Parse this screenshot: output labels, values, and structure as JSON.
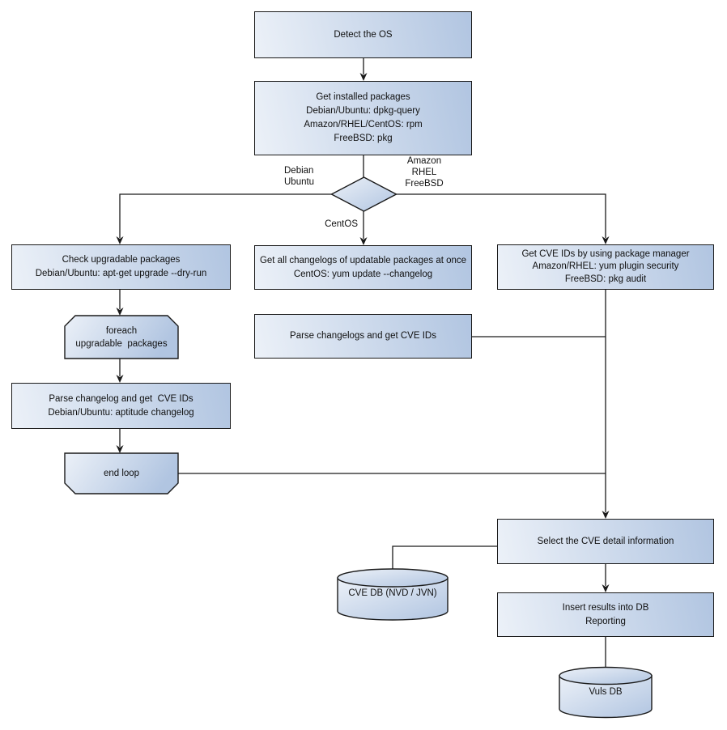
{
  "colors": {
    "node_fill_light": "#ecf1f8",
    "node_fill_dark": "#b1c5e1",
    "stroke": "#1a1a1a",
    "text": "#101010",
    "background": "#ffffff"
  },
  "flowchart": {
    "nodes": {
      "detect_os": {
        "lines": [
          "Detect the OS"
        ]
      },
      "get_installed_packages": {
        "lines": [
          "Get installed packages",
          "Debian/Ubuntu: dpkg-query",
          "Amazon/RHEL/CentOS: rpm",
          "FreeBSD: pkg"
        ]
      },
      "check_upgradable": {
        "lines": [
          "Check upgradable packages",
          "Debian/Ubuntu: apt-get upgrade --dry-run"
        ]
      },
      "foreach_loop_start": {
        "lines": [
          "foreach",
          "upgradable  packages"
        ]
      },
      "parse_changelog_deb": {
        "lines": [
          "Parse changelog and get  CVE IDs",
          "Debian/Ubuntu: aptitude changelog"
        ]
      },
      "end_loop": {
        "lines": [
          "end loop"
        ]
      },
      "get_all_changelogs": {
        "lines": [
          "Get all changelogs of updatable packages at once",
          "CentOS: yum update --changelog"
        ]
      },
      "parse_changelogs_centos": {
        "lines": [
          "Parse changelogs and get CVE IDs"
        ]
      },
      "get_cve_ids_pkg_manager": {
        "lines": [
          "Get CVE IDs by using package manager",
          "Amazon/RHEL: yum plugin security",
          "FreeBSD: pkg audit"
        ]
      },
      "select_cve_detail": {
        "lines": [
          "Select the CVE detail information"
        ]
      },
      "cve_db": {
        "lines": [
          "CVE DB (NVD / JVN)"
        ]
      },
      "insert_results": {
        "lines": [
          "Insert results into DB",
          "Reporting"
        ]
      },
      "vuls_db": {
        "lines": [
          "Vuls DB"
        ]
      }
    },
    "edge_labels": {
      "debian_ubuntu": [
        "Debian",
        "Ubuntu"
      ],
      "amazon_rhel_freebsd": [
        "Amazon",
        "RHEL",
        "FreeBSD"
      ],
      "centos": [
        "CentOS"
      ]
    }
  }
}
